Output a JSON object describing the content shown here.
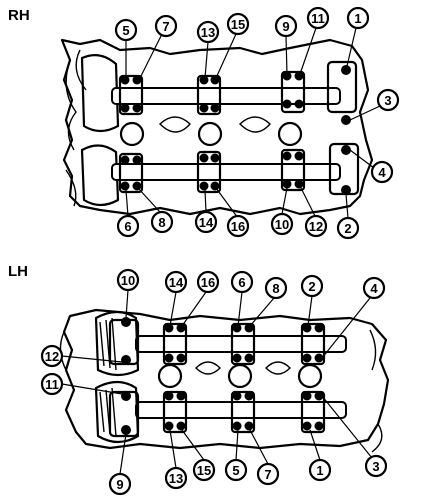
{
  "sections": [
    {
      "id": "rh",
      "heading": "RH",
      "callouts": [
        "5",
        "7",
        "13",
        "15",
        "9",
        "11",
        "1",
        "3",
        "4",
        "2",
        "12",
        "10",
        "16",
        "14",
        "8",
        "6"
      ]
    },
    {
      "id": "lh",
      "heading": "LH",
      "callouts": [
        "10",
        "14",
        "16",
        "6",
        "8",
        "2",
        "4",
        "12",
        "11",
        "9",
        "13",
        "15",
        "5",
        "7",
        "1",
        "3"
      ]
    }
  ]
}
